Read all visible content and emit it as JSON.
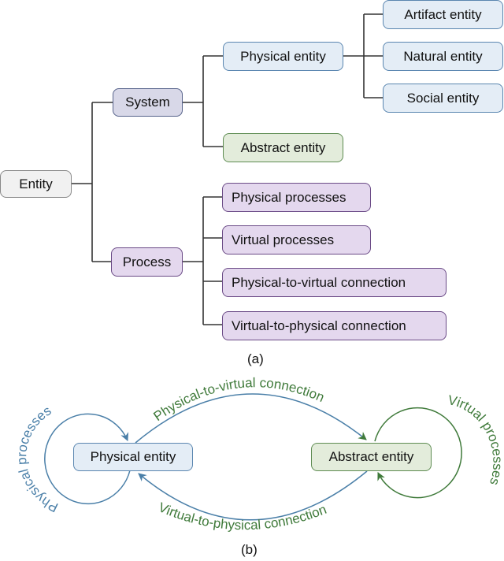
{
  "panel_a": {
    "caption": "(a)",
    "root": "Entity",
    "level1": [
      "System",
      "Process"
    ],
    "system_children": [
      "Physical entity",
      "Abstract entity"
    ],
    "physical_children": [
      "Artifact entity",
      "Natural entity",
      "Social entity"
    ],
    "process_children": [
      "Physical processes",
      "Virtual processes",
      "Physical-to-virtual connection",
      "Virtual-to-physical connection"
    ]
  },
  "panel_b": {
    "caption": "(b)",
    "nodes": [
      "Physical entity",
      "Abstract entity"
    ],
    "edges": {
      "physical_loop": "Physical processes",
      "virtual_loop": "Virtual processes",
      "p2v": "Physical-to-virtual connection",
      "v2p": "Virtual-to-physical connection"
    },
    "colors": {
      "blue": "#4a7fa8",
      "green": "#3f7a3a"
    }
  }
}
